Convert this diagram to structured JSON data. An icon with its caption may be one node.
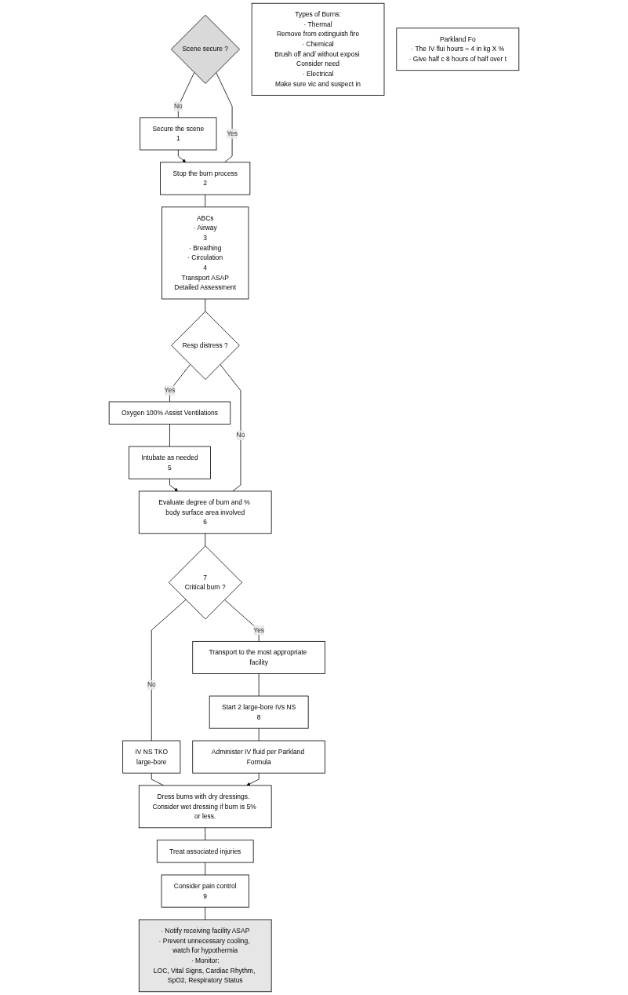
{
  "diagram": {
    "nodes": [
      {
        "text": [
          "Scene secure ?"
        ]
      },
      {
        "text": [
          "Secure the scene",
          "1"
        ]
      },
      {
        "text": [
          "Stop the burn process",
          "2"
        ]
      },
      {
        "text": [
          "ABCs",
          "· Airway",
          "3",
          "· Breathing",
          "· Circulation",
          "4",
          "Transport ASAP",
          "Detailed Assessment"
        ]
      },
      {
        "text": [
          "Resp distress ?"
        ]
      },
      {
        "text": [
          "Oxygen 100% Assist Ventilations"
        ]
      },
      {
        "text": [
          "Intubate as needed",
          "5"
        ]
      },
      {
        "text": [
          "Evaluate degree of burn and % body surface area involved",
          "6"
        ]
      },
      {
        "text": [
          "7",
          "Critical burn ?"
        ]
      },
      {
        "text": [
          "Transport to the most appropriate facility"
        ]
      },
      {
        "text": [
          "Start 2 large-bore IVs NS",
          "8"
        ]
      },
      {
        "text": [
          "Administer IV fluid per Parkland Formula"
        ]
      },
      {
        "text": [
          "IV NS TKO",
          "large-bore"
        ]
      },
      {
        "text": [
          "Dress burns with dry dressings.  Consider wet dressing if burn is 5% or less."
        ]
      },
      {
        "text": [
          "Treat associated injuries"
        ]
      },
      {
        "text": [
          "Consider pain control",
          "9"
        ]
      },
      {
        "text": [
          "· Notify receiving facility ASAP",
          "· Prevent unnecessary cooling, watch for hypothermia",
          "· Monitor:",
          "LOC, Vital Signs, Cardiac Rhythm, SpO2, Respiratory Status"
        ]
      },
      {
        "text": [
          "Types of Burns:",
          "· Thermal",
          "Remove from extinguish fire",
          "· Chemical",
          "Brush off and/ without exposi Consider need",
          "· Electrical",
          "Make sure vic and suspect in"
        ]
      },
      {
        "text": [
          "Parkland Fo",
          "· The IV flui hours = 4 in kg X %",
          "· Give half c 8 hours of half over t"
        ]
      }
    ],
    "edges": [
      {
        "from": 0,
        "to": 1,
        "arrow": "none",
        "label": "No"
      },
      {
        "from": 1,
        "to": 2,
        "arrow": "to"
      },
      {
        "from": 0,
        "to": 2,
        "arrow": "none",
        "label": "Yes"
      },
      {
        "from": 2,
        "to": 3,
        "arrow": "none"
      },
      {
        "from": 3,
        "to": 4,
        "arrow": "none"
      },
      {
        "from": 4,
        "to": 5,
        "arrow": "none",
        "label": "Yes"
      },
      {
        "from": 5,
        "to": 6,
        "arrow": "none"
      },
      {
        "from": 6,
        "to": 7,
        "arrow": "to"
      },
      {
        "from": 4,
        "to": 7,
        "arrow": "none",
        "label": "No"
      },
      {
        "from": 7,
        "to": 8,
        "arrow": "none"
      },
      {
        "from": 8,
        "to": 9,
        "arrow": "none",
        "label": "Yes"
      },
      {
        "from": 9,
        "to": 10,
        "arrow": "none"
      },
      {
        "from": 10,
        "to": 11,
        "arrow": "none"
      },
      {
        "from": 8,
        "to": 12,
        "arrow": "none",
        "label": "No"
      },
      {
        "from": 12,
        "to": 13,
        "arrow": "none"
      },
      {
        "from": 11,
        "to": 13,
        "arrow": "to"
      },
      {
        "from": 13,
        "to": 14,
        "arrow": "none"
      },
      {
        "from": 14,
        "to": 15,
        "arrow": "none"
      },
      {
        "from": 15,
        "to": 16,
        "arrow": "none"
      }
    ]
  }
}
